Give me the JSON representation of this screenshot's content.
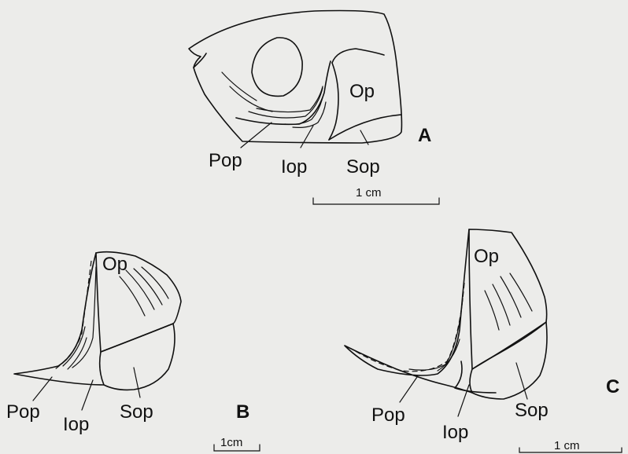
{
  "colors": {
    "background": "#ececea",
    "ink": "#111111"
  },
  "panels": {
    "a": {
      "letter": "A",
      "labels": {
        "op": "Op",
        "pop": "Pop",
        "iop": "Iop",
        "sop": "Sop"
      },
      "scale": "1 cm"
    },
    "b": {
      "letter": "B",
      "labels": {
        "op": "Op",
        "pop": "Pop",
        "iop": "Iop",
        "sop": "Sop"
      },
      "scale": "1cm"
    },
    "c": {
      "letter": "C",
      "labels": {
        "op": "Op",
        "pop": "Pop",
        "iop": "Iop",
        "sop": "Sop"
      },
      "scale": "1 cm"
    }
  }
}
